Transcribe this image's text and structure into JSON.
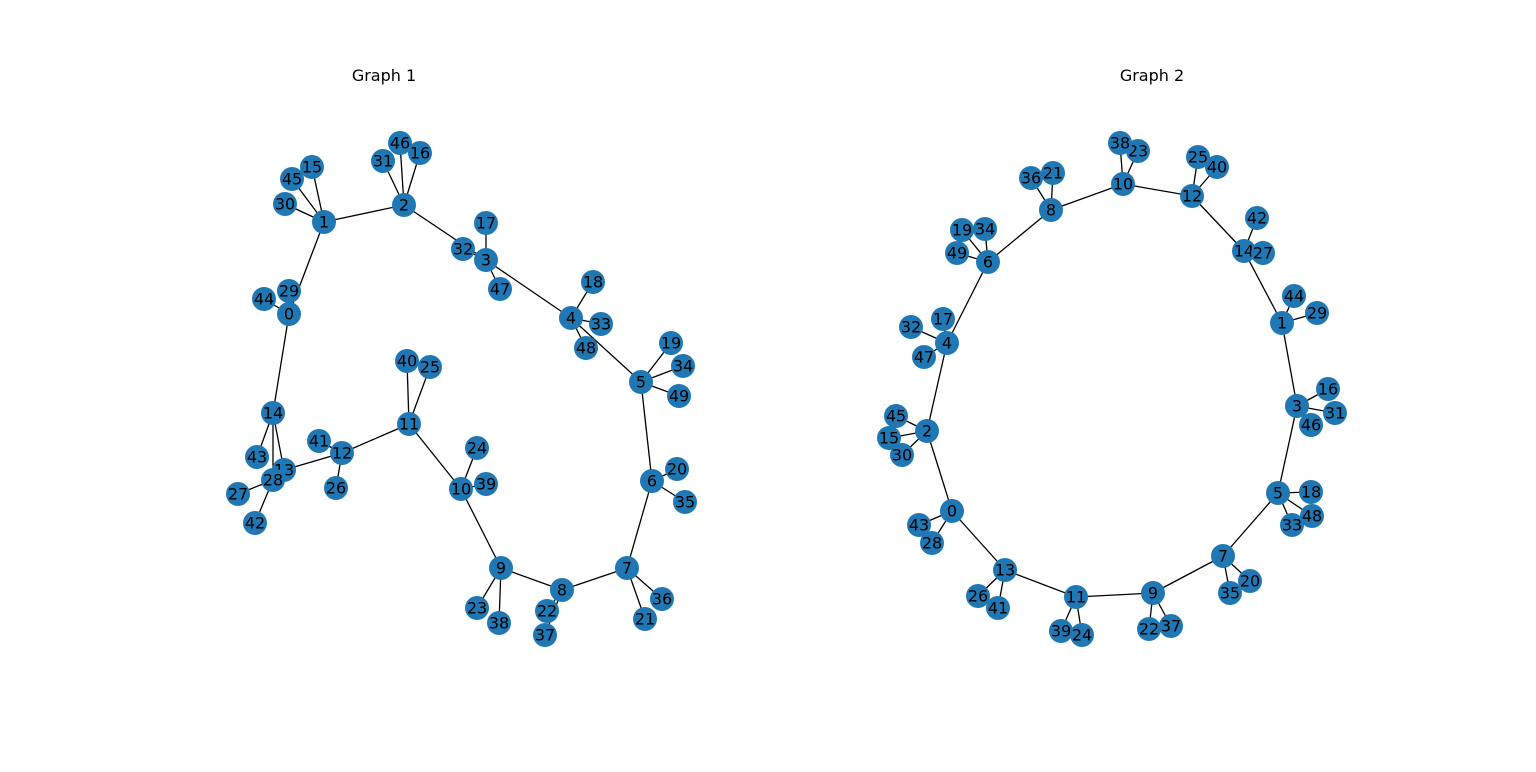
{
  "graphs": [
    {
      "title": "Graph 1",
      "node_color": "#1f77b4",
      "nodes": [
        "0",
        "1",
        "2",
        "3",
        "4",
        "5",
        "6",
        "7",
        "8",
        "9",
        "10",
        "11",
        "12",
        "13",
        "14",
        "15",
        "16",
        "17",
        "18",
        "19",
        "20",
        "21",
        "22",
        "23",
        "24",
        "25",
        "26",
        "27",
        "28",
        "29",
        "30",
        "31",
        "32",
        "33",
        "34",
        "35",
        "36",
        "37",
        "38",
        "39",
        "40",
        "41",
        "42",
        "43",
        "44",
        "45",
        "46",
        "47",
        "48",
        "49"
      ],
      "edges": [
        [
          "0",
          "1"
        ],
        [
          "1",
          "2"
        ],
        [
          "2",
          "3"
        ],
        [
          "3",
          "4"
        ],
        [
          "4",
          "5"
        ],
        [
          "5",
          "6"
        ],
        [
          "6",
          "7"
        ],
        [
          "7",
          "8"
        ],
        [
          "8",
          "9"
        ],
        [
          "9",
          "10"
        ],
        [
          "10",
          "11"
        ],
        [
          "11",
          "12"
        ],
        [
          "12",
          "13"
        ],
        [
          "13",
          "14"
        ],
        [
          "14",
          "0"
        ],
        [
          "0",
          "29"
        ],
        [
          "0",
          "44"
        ],
        [
          "1",
          "15"
        ],
        [
          "1",
          "30"
        ],
        [
          "1",
          "45"
        ],
        [
          "2",
          "16"
        ],
        [
          "2",
          "31"
        ],
        [
          "2",
          "46"
        ],
        [
          "3",
          "17"
        ],
        [
          "3",
          "32"
        ],
        [
          "3",
          "47"
        ],
        [
          "4",
          "18"
        ],
        [
          "4",
          "33"
        ],
        [
          "4",
          "48"
        ],
        [
          "5",
          "19"
        ],
        [
          "5",
          "34"
        ],
        [
          "5",
          "49"
        ],
        [
          "6",
          "20"
        ],
        [
          "6",
          "35"
        ],
        [
          "7",
          "21"
        ],
        [
          "7",
          "36"
        ],
        [
          "8",
          "22"
        ],
        [
          "8",
          "37"
        ],
        [
          "9",
          "23"
        ],
        [
          "9",
          "38"
        ],
        [
          "10",
          "24"
        ],
        [
          "10",
          "39"
        ],
        [
          "11",
          "25"
        ],
        [
          "11",
          "40"
        ],
        [
          "12",
          "26"
        ],
        [
          "12",
          "41"
        ],
        [
          "14",
          "28"
        ],
        [
          "14",
          "43"
        ],
        [
          "28",
          "27"
        ],
        [
          "28",
          "42"
        ]
      ]
    },
    {
      "title": "Graph 2",
      "node_color": "#1f77b4",
      "nodes": [
        "0",
        "1",
        "2",
        "3",
        "4",
        "5",
        "6",
        "7",
        "8",
        "9",
        "10",
        "11",
        "12",
        "13",
        "14",
        "15",
        "16",
        "17",
        "18",
        "19",
        "20",
        "21",
        "22",
        "23",
        "24",
        "25",
        "26",
        "27",
        "28",
        "29",
        "30",
        "31",
        "32",
        "33",
        "34",
        "35",
        "36",
        "37",
        "38",
        "39",
        "40",
        "41",
        "42",
        "43",
        "44",
        "45",
        "46",
        "47",
        "48",
        "49"
      ],
      "edges": [
        [
          "0",
          "2"
        ],
        [
          "2",
          "4"
        ],
        [
          "4",
          "6"
        ],
        [
          "6",
          "8"
        ],
        [
          "8",
          "10"
        ],
        [
          "10",
          "12"
        ],
        [
          "12",
          "14"
        ],
        [
          "14",
          "1"
        ],
        [
          "1",
          "3"
        ],
        [
          "3",
          "5"
        ],
        [
          "5",
          "7"
        ],
        [
          "7",
          "9"
        ],
        [
          "9",
          "11"
        ],
        [
          "11",
          "13"
        ],
        [
          "13",
          "0"
        ],
        [
          "0",
          "43"
        ],
        [
          "0",
          "28"
        ],
        [
          "2",
          "45"
        ],
        [
          "2",
          "15"
        ],
        [
          "2",
          "30"
        ],
        [
          "4",
          "32"
        ],
        [
          "4",
          "17"
        ],
        [
          "4",
          "47"
        ],
        [
          "6",
          "19"
        ],
        [
          "6",
          "34"
        ],
        [
          "6",
          "49"
        ],
        [
          "8",
          "36"
        ],
        [
          "8",
          "21"
        ],
        [
          "10",
          "38"
        ],
        [
          "10",
          "23"
        ],
        [
          "12",
          "25"
        ],
        [
          "12",
          "40"
        ],
        [
          "14",
          "42"
        ],
        [
          "14",
          "27"
        ],
        [
          "1",
          "44"
        ],
        [
          "1",
          "29"
        ],
        [
          "3",
          "16"
        ],
        [
          "3",
          "31"
        ],
        [
          "3",
          "46"
        ],
        [
          "5",
          "18"
        ],
        [
          "5",
          "48"
        ],
        [
          "5",
          "33"
        ],
        [
          "7",
          "20"
        ],
        [
          "7",
          "35"
        ],
        [
          "9",
          "22"
        ],
        [
          "9",
          "37"
        ],
        [
          "11",
          "39"
        ],
        [
          "11",
          "24"
        ],
        [
          "13",
          "26"
        ],
        [
          "13",
          "41"
        ]
      ]
    }
  ]
}
